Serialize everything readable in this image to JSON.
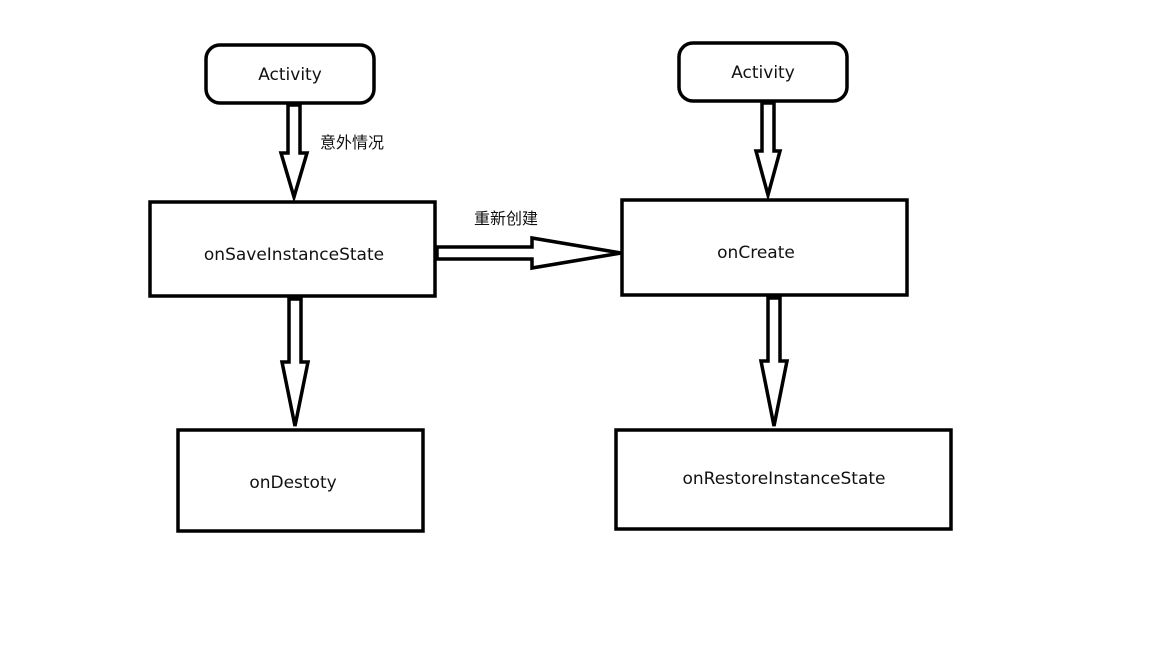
{
  "nodes": {
    "activity_left": "Activity",
    "activity_right": "Activity",
    "on_save_instance_state": "onSaveInstanceState",
    "on_create": "onCreate",
    "on_destoty": "onDestoty",
    "on_restore_instance_state": "onRestoreInstanceState"
  },
  "edges": {
    "unexpected_case": "意外情况",
    "recreate": "重新创建"
  }
}
